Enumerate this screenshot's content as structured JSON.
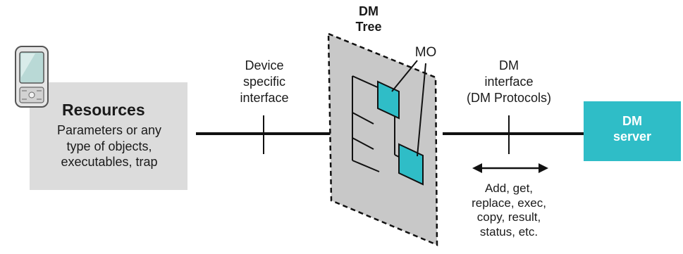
{
  "tree_title": "DM\nTree",
  "mo_label": "MO",
  "device_interface": "Device\nspecific\ninterface",
  "dm_interface": "DM\ninterface\n(DM Protocols)",
  "resources": {
    "title": "Resources",
    "description": "Parameters or any\ntype of objects,\nexecutables, trap"
  },
  "server_label": "DM\nserver",
  "commands": "Add, get,\nreplace, exec,\ncopy, result,\nstatus, etc.",
  "colors": {
    "teal": "#2fbdc7",
    "gray_panel": "#dcdcdc",
    "tree_fill": "#c8c8c8"
  },
  "icons": [
    "mobile-phone-icon",
    "double-arrow-icon"
  ]
}
